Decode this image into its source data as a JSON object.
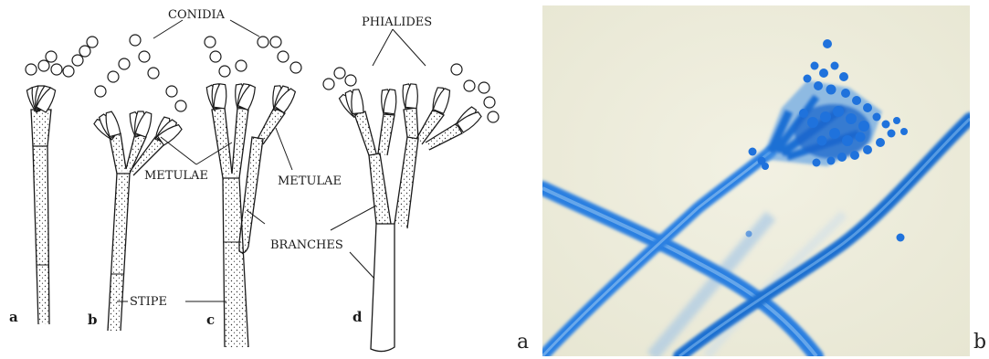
{
  "figure": {
    "panel_labels": {
      "left": "a",
      "right": "b"
    },
    "drawing": {
      "callouts": {
        "conidia": "CONIDIA",
        "phialides": "PHIALIDES",
        "metulae_1": "METULAE",
        "metulae_2": "METULAE",
        "branches": "BRANCHES",
        "stipe": "STIPE"
      },
      "sublabels": [
        "a",
        "b",
        "c",
        "d"
      ]
    },
    "colors": {
      "ink": "#1a1a1a",
      "photo_background": "#eeecd8",
      "stain": "#1f6fd0"
    }
  }
}
